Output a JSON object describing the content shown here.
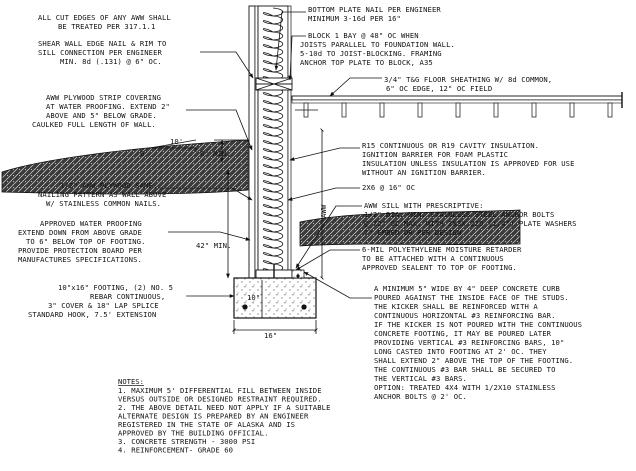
{
  "labels": {
    "cut_edges": [
      "ALL CUT EDGES OF ANY AWW SHALL",
      "BE TREATED PER 317.1.1"
    ],
    "shear_wall": [
      "SHEAR WALL EDGE NAIL & RIM TO",
      "SILL CONNECTION PER ENGINEER",
      "MIN. 8d (.131) @ 6\" OC."
    ],
    "plywood_strip": [
      "AWW PLYWOOD STRIP COVERING",
      "AT WATER PROOFING.  EXTEND 2\"",
      "ABOVE AND 5\" BELOW GRADE.",
      "CAULKED FULL LENGTH OF WALL."
    ],
    "plywood_same": [
      "1/2\" AWW PLYWOOD SAME,",
      "NAILING PATTERN AS WALL ABOVE",
      "W/ STAINLESS COMMON NAILS."
    ],
    "water_proofing": [
      "APPROVED WATER PROOFING",
      "EXTEND DOWN FROM ABOVE GRADE",
      "TO 6\" BELOW TOP OF FOOTING.",
      "PROVIDE PROTECTION BOARD PER",
      "MANUFACTURES SPECIFICATIONS."
    ],
    "footing": [
      "10\"x16\" FOOTING, (2) NO. 5",
      "REBAR CONTINUOUS,",
      "3\" COVER & 18\" LAP SPLICE",
      "STANDARD HOOK, 7.5' EXTENSION"
    ],
    "bottom_plate": [
      "BOTTOM PLATE NAIL PER ENGINEER",
      "MINIMUM 3-16d PER 16\""
    ],
    "block": [
      "BLOCK 1 BAY @ 48\" OC WHEN",
      "JOISTS PARALLEL TO FOUNDATION WALL.",
      "5-10d TO JOIST-BLOCKING. FRAMING",
      "ANCHOR TOP PLATE TO BLOCK, A35"
    ],
    "floor_sheathing": [
      "3/4\" T&G FLOOR SHEATHING W/ 8d COMMON,",
      "6\" OC EDGE, 12\" OC FIELD"
    ],
    "insulation": [
      "R15 CONTINUOUS OR R19 CAVITY INSULATION.",
      "IGNITION BARRIER FOR FOAM PLASTIC",
      "INSULATION UNLESS INSULATION IS APPROVED FOR USE",
      "WITHOUT AN IGNITION BARRIER."
    ],
    "studs": [
      "2X6 @ 16\" OC"
    ],
    "sill": [
      "AWW SILL WITH PRESCRIPTIVE:",
      "1/2\" DIA. MIN. STAINLESS STEEL ANCHOR BOLTS",
      "@ 72\" OC MAX. WITH 3X3X.229 (1/4\") PLATE WASHERS",
      "7\" EMBED OR PER DESIGN"
    ],
    "poly": [
      "6-MIL POLYETHYLENE MOISTURE RETARDER",
      "TO BE ATTACHED WITH A CONTINUOUS",
      "APPROVED SEALENT TO TOP OF FOOTING."
    ],
    "curb": [
      "A MINIMUM 5\" WIDE BY 4\" DEEP CONCRETE CURB",
      "POURED AGAINST THE INSIDE FACE OF THE STUDS.",
      "THE KICKER SHALL BE REINFORCED WITH A",
      "CONTINUOUS HORIZONTAL #3 REINFORCING BAR.",
      "IF THE KICKER IS NOT POURED WITH THE CONTINUOUS",
      "CONCRETE FOOTING, IT MAY BE POURED LATER",
      "PROVIDING VERTICAL #3 REINFORCING BARS, 10\"",
      "LONG CASTED INTO FOOTING AT 2' OC.  THEY",
      "SHALL EXTEND 2\" ABOVE THE TOP OF THE FOOTING.",
      "THE CONTINUOUS #3 BAR SHALL BE SECURED TO",
      "THE VERTICAL #3 BARS.",
      "OPTION: TREATED 4X4 WITH 1/2X10 STAINLESS",
      "ANCHOR BOLTS @ 2' OC."
    ]
  },
  "dimensions": {
    "slope_run": "10'",
    "slope_rise": "6'",
    "min_6": "6\" MIN.",
    "min_42": "42\" MIN.",
    "aww": "AWW",
    "dim_10": "10\"",
    "dim_16": "16\""
  },
  "notes": {
    "heading": "NOTES:",
    "items": [
      "1.  MAXIMUM 5' DIFFERENTIAL FILL BETWEEN INSIDE",
      "     VERSUS OUTSIDE OR DESIGNED RESTRAINT REQUIRED.",
      "2.  THE ABOVE DETAIL NEED NOT APPLY IF A SUITABLE",
      "     ALTERNATE DESIGN IS PREPARED BY AN ENGINEER",
      "     REGISTERED IN THE STATE OF ALASKA AND IS",
      "     APPROVED BY THE BUILDING OFFICIAL.",
      "3.  CONCRETE STRENGTH - 3000 PSI",
      "4.  REINFORCEMENT- GRADE 60"
    ]
  }
}
